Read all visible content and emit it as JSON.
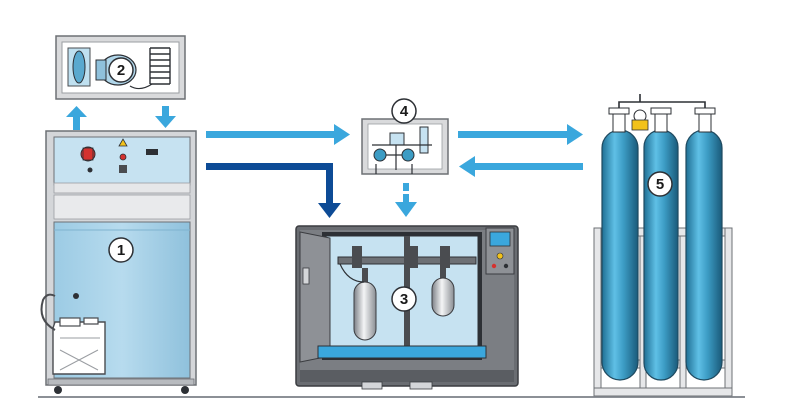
{
  "diagram": {
    "colors": {
      "flow_light": "#3aa7dd",
      "flow_dark": "#0d4b96",
      "unit_blue": "#a9d2e8",
      "panel_blue": "#c6e2f1",
      "frame_gray": "#8c9096",
      "dark_gray": "#4a4c50",
      "cylinder_teal": "#3c9cc4"
    },
    "components": [
      {
        "id": "unit-1",
        "label": "1",
        "icon": "hydraulic-power-unit"
      },
      {
        "id": "unit-2",
        "label": "2",
        "icon": "cooling-unit"
      },
      {
        "id": "unit-3",
        "label": "3",
        "icon": "test-chamber"
      },
      {
        "id": "unit-4",
        "label": "4",
        "icon": "valve-panel"
      },
      {
        "id": "unit-5",
        "label": "5",
        "icon": "gas-cylinder-bundle"
      }
    ]
  }
}
